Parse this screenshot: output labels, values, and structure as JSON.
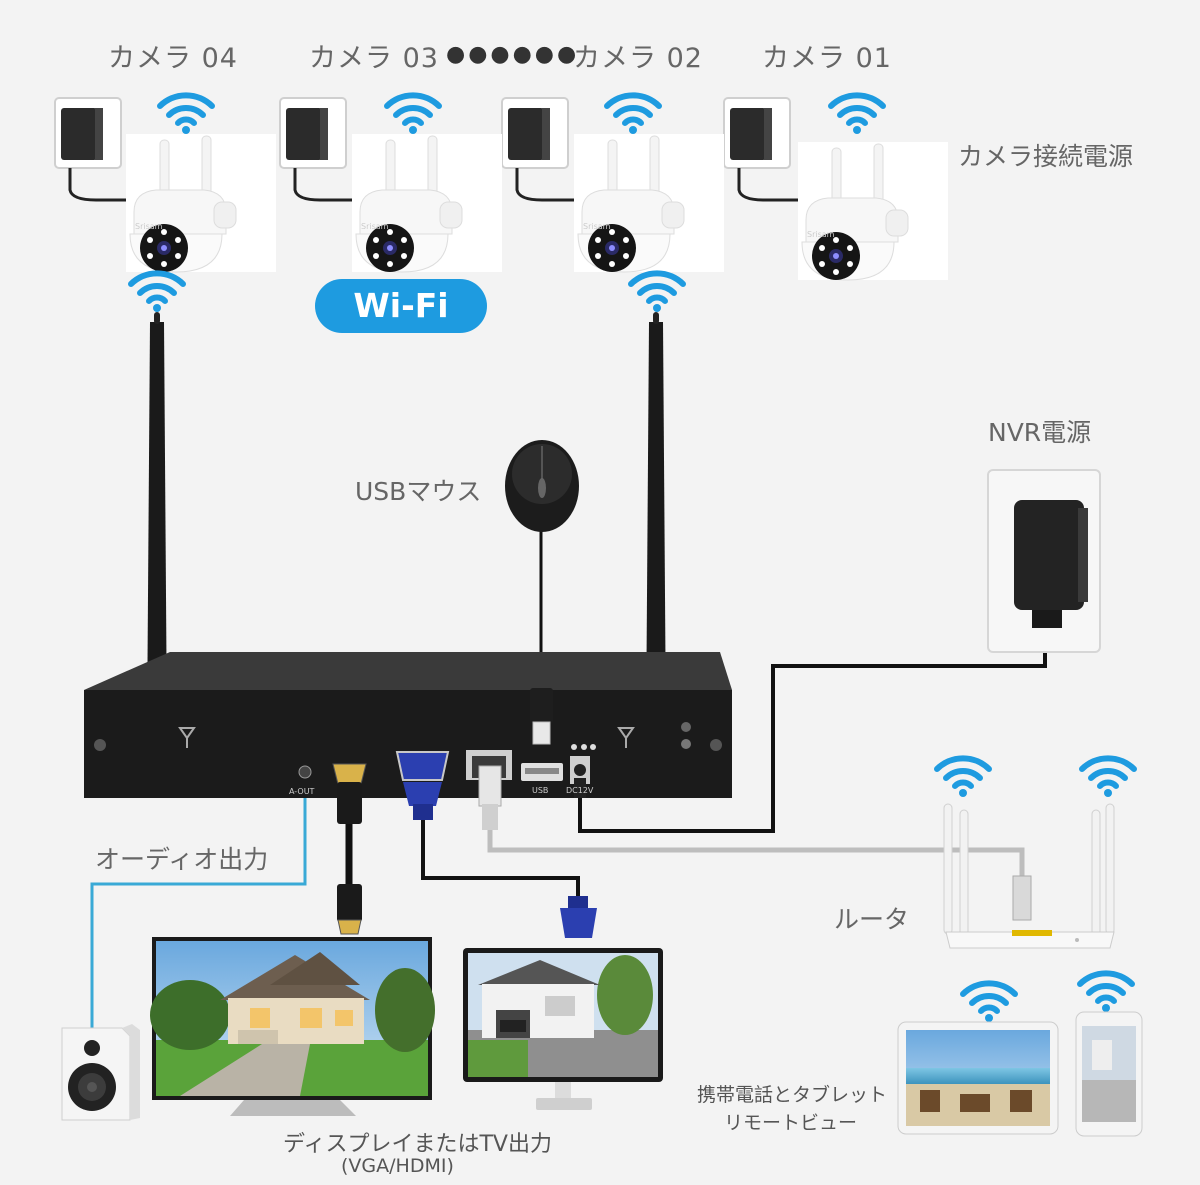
{
  "cameras": [
    {
      "label": "カメラ 04"
    },
    {
      "label": "カメラ 03"
    },
    {
      "label": "カメラ 02"
    },
    {
      "label": "カメラ 01"
    }
  ],
  "camera_dots": "●●●●●●",
  "camera_brand": "Srisam",
  "camera_power_label": "カメラ接続電源",
  "wifi_badge": "Wi-Fi",
  "usb_mouse_label": "USBマウス",
  "nvr_power_label": "NVR電源",
  "audio_output_label": "オーディオ出力",
  "router_label": "ルータ",
  "display_output_label": "ディスプレイまたはTV出力",
  "display_output_sub": "(VGA/HDMI)",
  "mobile_label_line1": "携帯電話とタブレット",
  "mobile_label_line2": "リモートビュー",
  "nvr_ports": {
    "audio": "A-OUT",
    "usb": "USB",
    "power": "DC12V"
  },
  "colors": {
    "wifi": "#1e9be0",
    "cable_black": "#111111",
    "cable_grey": "#bdbdbd",
    "cable_audio": "#39a9d6",
    "vga_blue": "#2b3fb0",
    "nvr_body": "#1b1b1b"
  }
}
